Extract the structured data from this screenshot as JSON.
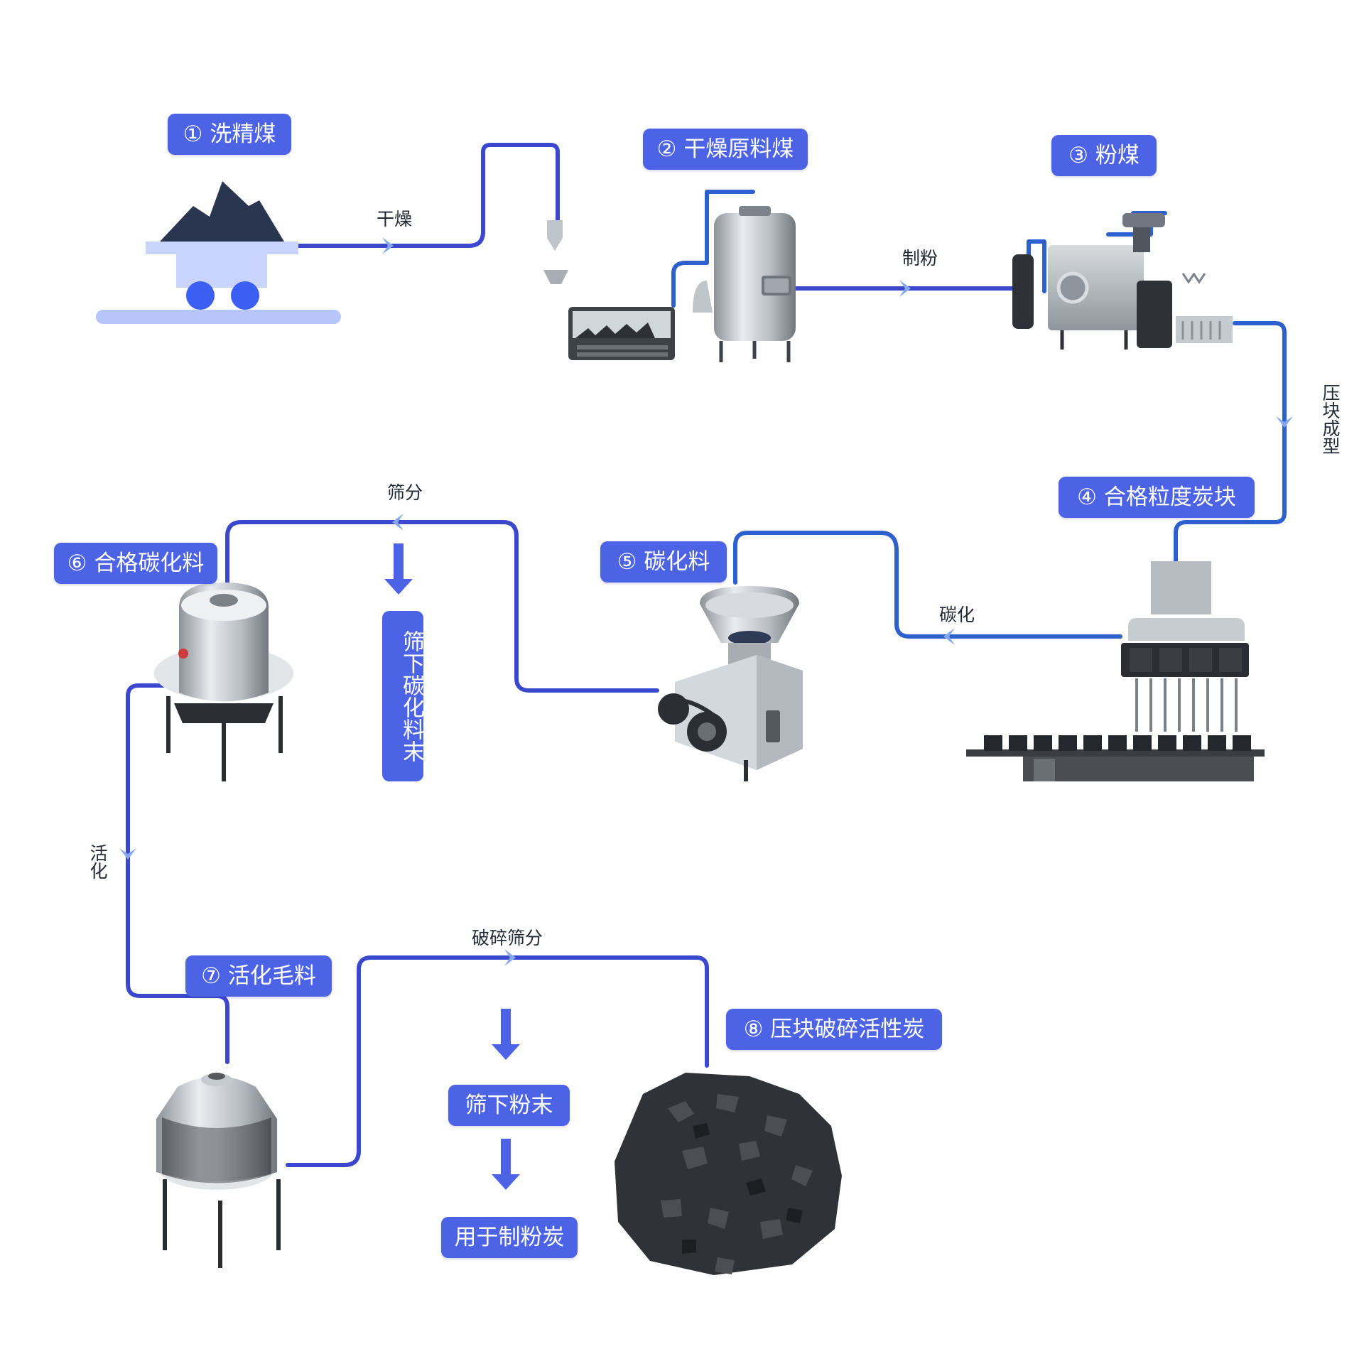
{
  "stages": {
    "s1": "① 洗精煤",
    "s2": "② 干燥原料煤",
    "s3": "③ 粉煤",
    "s4": "④ 合格粒度炭块",
    "s5": "⑤ 碳化料",
    "s6": "⑥ 合格碳化料",
    "s7": "⑦ 活化毛料",
    "s8": "⑧ 压块破碎活性炭"
  },
  "outputs": {
    "undersize_carbonized": "筛下碳化料末",
    "undersize_powder": "筛下粉末",
    "powder_use": "用于制粉炭"
  },
  "processes": {
    "drying": "干燥",
    "milling": "制粉",
    "briquetting": "压块成型",
    "carbonization": "碳化",
    "screening": "筛分",
    "activation": "活化",
    "crush_screen": "破碎筛分"
  },
  "colors": {
    "badge": "#4d63e6",
    "pipe": "#3b47cc",
    "pipe_alt": "#2d5fcf",
    "chevron": "#86a8f0"
  }
}
